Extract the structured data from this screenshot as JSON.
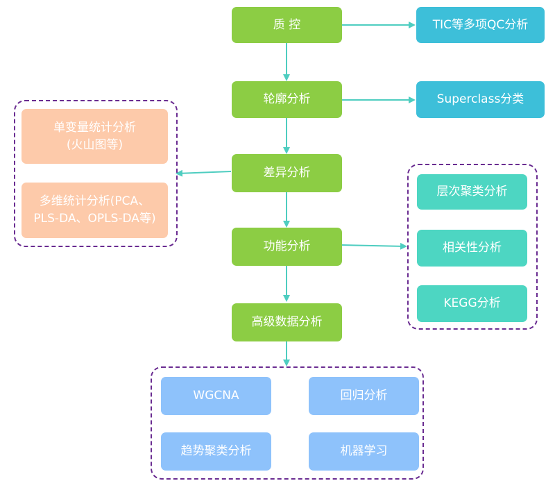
{
  "main_flow": {
    "qc": "质 控",
    "profile": "轮廓分析",
    "diff": "差异分析",
    "function": "功能分析",
    "advanced": "高级数据分析"
  },
  "right_side": {
    "qc_detail": "TIC等多项QC分析",
    "superclass": "Superclass分类"
  },
  "left_group": {
    "univariate_line1": "单变量统计分析",
    "univariate_line2": "(火山图等)",
    "multivariate_line1": "多维统计分析(PCA、",
    "multivariate_line2": "PLS-DA、OPLS-DA等)"
  },
  "function_group": {
    "cluster": "层次聚类分析",
    "correlation": "相关性分析",
    "kegg": "KEGG分析"
  },
  "advanced_group": {
    "wgcna": "WGCNA",
    "regression": "回归分析",
    "trend": "趋势聚类分析",
    "ml": "机器学习"
  },
  "colors": {
    "main": "#8ccd44",
    "side_blue": "#3dbfd9",
    "peach": "#fdcaaa",
    "teal": "#4dd6c2",
    "sky": "#8ec2fb",
    "arrow": "#4ecdc0",
    "group_border": "#6a2c91"
  }
}
